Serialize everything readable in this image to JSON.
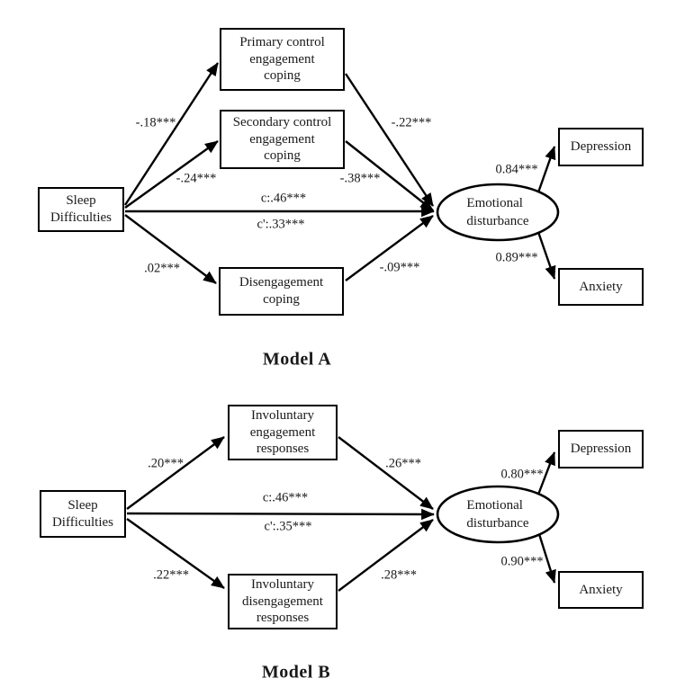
{
  "page": {
    "background": "#ffffff",
    "line_color": "#000000"
  },
  "models": [
    {
      "title": "Model A",
      "nodes": {
        "predictor": "Sleep\nDifficulties",
        "mediator1": "Primary control\nengagement\ncoping",
        "mediator2": "Secondary control\nengagement\ncoping",
        "mediator3": "Disengagement\ncoping",
        "latent": "Emotional\ndisturbance",
        "outcome1": "Depression",
        "outcome2": "Anxiety"
      },
      "paths": {
        "a1": "-.18***",
        "a2": "-.24***",
        "a3": ".02***",
        "b1": "-.22***",
        "b2": "-.38***",
        "b3": "-.09***",
        "total": "c:.46***",
        "direct": "c':.33***",
        "loading1": "0.84***",
        "loading2": "0.89***"
      }
    },
    {
      "title": "Model B",
      "nodes": {
        "predictor": "Sleep\nDifficulties",
        "mediator1": "Involuntary\nengagement\nresponses",
        "mediator2": "Involuntary\ndisengagement\nresponses",
        "latent": "Emotional\ndisturbance",
        "outcome1": "Depression",
        "outcome2": "Anxiety"
      },
      "paths": {
        "a1": ".20***",
        "a2": ".22***",
        "b1": ".26***",
        "b2": ".28***",
        "total": "c:.46***",
        "direct": "c':.35***",
        "loading1": "0.80***",
        "loading2": "0.90***"
      }
    }
  ]
}
